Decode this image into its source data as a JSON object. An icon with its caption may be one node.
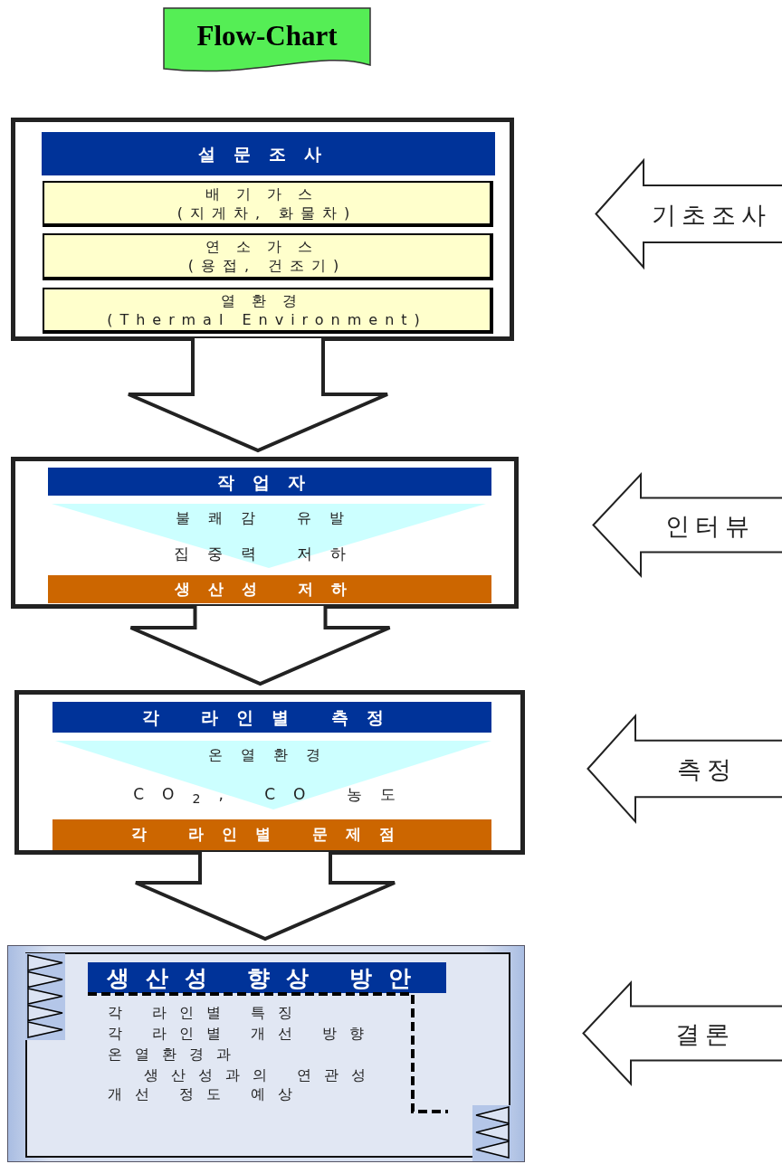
{
  "diagram": {
    "nodes": [
      {
        "text": [
          "Flow-Chart"
        ]
      },
      {
        "text": [],
        "shape": "box"
      },
      {
        "text": [
          "설문조사"
        ],
        "in": 1
      },
      {
        "text": [
          "배기가스",
          "(지게차, 화물차)"
        ],
        "in": 1
      },
      {
        "text": [
          "연소가스",
          "(용접, 건조기)"
        ],
        "in": 1
      },
      {
        "text": [
          "열환경",
          "(Thermal Environment)"
        ],
        "in": 1
      },
      {
        "text": [
          "기초조사"
        ]
      },
      {
        "text": [],
        "shape": "box"
      },
      {
        "text": [
          "작업자"
        ],
        "in": 7
      },
      {
        "text": [
          "불쾌감 유발",
          "집중력 저하"
        ],
        "in": 7
      },
      {
        "text": [
          "생산성 저하"
        ],
        "in": 7
      },
      {
        "text": [
          "인터뷰"
        ]
      },
      {
        "text": [],
        "shape": "box"
      },
      {
        "text": [
          "각 라인별 측정"
        ],
        "in": 12
      },
      {
        "text": [
          "온열환경",
          "CO$_{2}$, CO 농도"
        ],
        "in": 12
      },
      {
        "text": [
          "각 라인별 문제점"
        ],
        "in": 12
      },
      {
        "text": [
          "측정"
        ]
      },
      {
        "text": [
          "각 라인별 특징",
          "각 라인별 개선 방향",
          "온열환경과 생산성과의 연관성",
          "개선 정도 예상"
        ]
      },
      {
        "text": [
          "생산성 향상 방안"
        ],
        "in": 17
      },
      {
        "text": [
          "결론"
        ]
      }
    ],
    "edges": [
      {
        "from": 1,
        "to": 7,
        "arrow": "to"
      },
      {
        "from": 7,
        "to": 12,
        "arrow": "to"
      },
      {
        "from": 12,
        "to": 17,
        "arrow": "to"
      }
    ]
  }
}
